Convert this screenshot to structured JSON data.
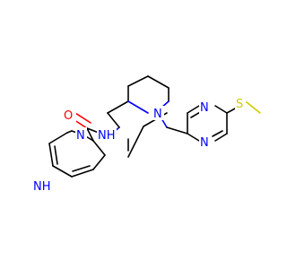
{
  "molecule": {
    "atom_labels": {
      "oxygen": "O",
      "amide_nh": "NH",
      "indazole_n": "N",
      "indazole_nh": "NH",
      "piperidine_n": "N",
      "pyrimidine_n1": "N",
      "pyrimidine_n2": "N",
      "sulfur": "S"
    },
    "colors": {
      "carbon_bond": "#000000",
      "nitrogen": "#0000ff",
      "oxygen": "#ff0000",
      "sulfur": "#cccc00",
      "background": "#ffffff"
    }
  }
}
